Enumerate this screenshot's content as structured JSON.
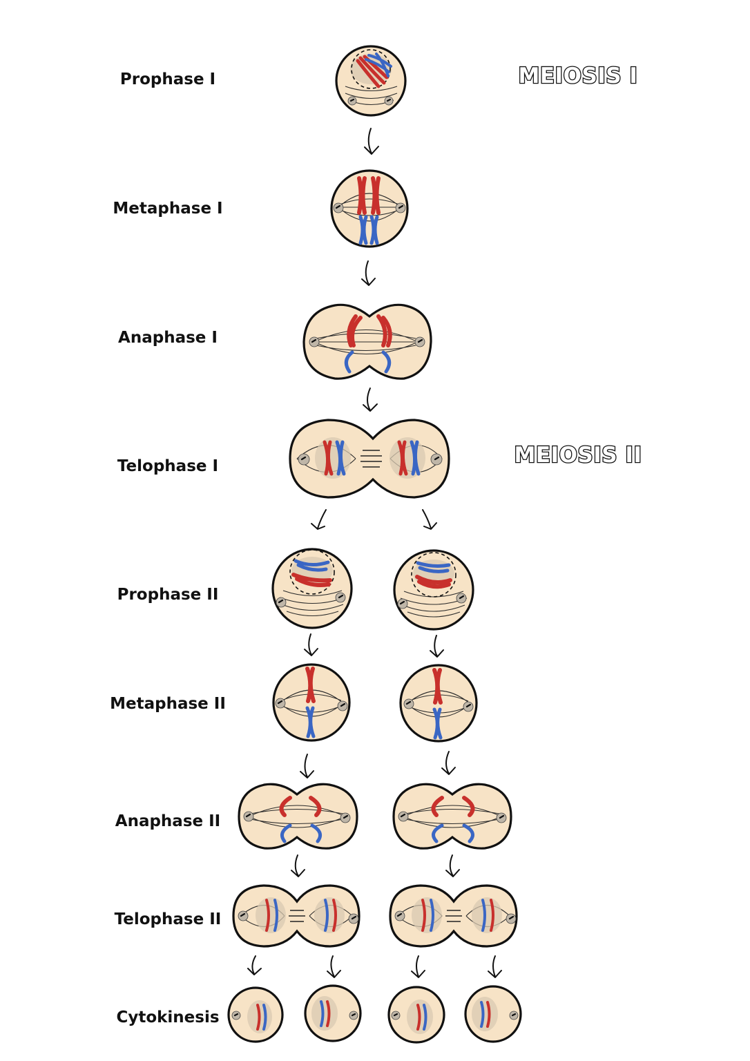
{
  "section_headings": {
    "meiosis_1": "MEIOSIS I",
    "meiosis_2": "MEIOSIS II"
  },
  "stages": [
    "Prophase I",
    "Metaphase I",
    "Anaphase I",
    "Telophase I",
    "Prophase II",
    "Metaphase II",
    "Anaphase II",
    "Telophase II",
    "Cytokinesis"
  ],
  "colors": {
    "cell_fill": "#f7e3c6",
    "outline": "#111111",
    "chromosome_red": "#c8302c",
    "chromosome_blue": "#3a66c4",
    "centrosome": "#bfb6a8"
  }
}
